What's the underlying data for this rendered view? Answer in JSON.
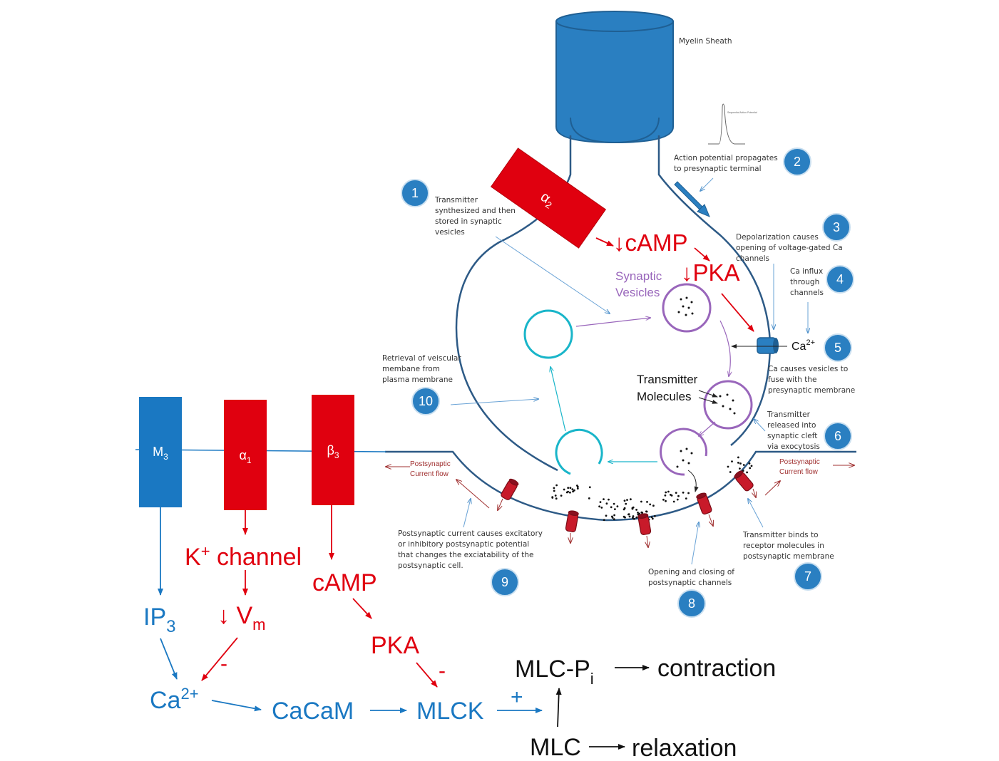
{
  "terminal": {
    "myelin_label": "Myelin Sheath",
    "ap_graph_label": "Sequential Action Potential",
    "synaptic_vesicles": [
      "Synaptic",
      "Vesicles"
    ],
    "transmitter_molecules": [
      "Transmitter",
      "Molecules"
    ],
    "ca_ion": "Ca",
    "ca_ion_sup": "2+",
    "alpha2": "α",
    "alpha2_sub": "2",
    "camp": "↓cAMP",
    "pka": "↓PKA",
    "postsynaptic_current_left": [
      "Postsynaptic",
      "Current flow"
    ],
    "postsynaptic_current_right": [
      "Postsynaptic",
      "Current flow"
    ]
  },
  "steps": [
    {
      "num": "1",
      "lines": [
        "Transmitter",
        "synthesized and then",
        "stored in synaptic",
        "vesicles"
      ]
    },
    {
      "num": "2",
      "lines": [
        "Action potential propagates",
        "to presynaptic terminal"
      ]
    },
    {
      "num": "3",
      "lines": [
        "Depolarization causes",
        "opening of voltage-gated  Ca",
        "channels"
      ]
    },
    {
      "num": "4",
      "lines": [
        "Ca influx",
        "through",
        "channels"
      ]
    },
    {
      "num": "5",
      "lines": [
        "Ca causes vesicles to",
        "fuse with the",
        "presynaptic membrane"
      ]
    },
    {
      "num": "6",
      "lines": [
        "Transmitter",
        "released into",
        "synaptic cleft",
        "via exocytosis"
      ]
    },
    {
      "num": "7",
      "lines": [
        "Transmitter binds to",
        "receptor molecules in",
        "postsynaptic membrane"
      ]
    },
    {
      "num": "8",
      "lines": [
        "Opening and closing of",
        "postsynaptic channels"
      ]
    },
    {
      "num": "9",
      "lines": [
        "Postsynaptic current causes excitatory",
        "or inhibitory postsynaptic potential",
        "that changes the exciatability of the",
        "postsynaptic cell."
      ]
    },
    {
      "num": "10",
      "lines": [
        "Retrieval of veiscular",
        "membane from",
        "plasma membrane"
      ]
    }
  ],
  "receptors": {
    "m3": {
      "label": "M",
      "sub": "3"
    },
    "a1": {
      "label": "α",
      "sub": "1"
    },
    "b3": {
      "label": "β",
      "sub": "3"
    }
  },
  "pathway": {
    "ip3": "IP",
    "ip3_sub": "3",
    "k_channel_pre": "K",
    "k_channel_sup": "+",
    "k_channel_post": " channel",
    "vm": "↓ V",
    "vm_sub": "m",
    "camp": "cAMP",
    "pka": "PKA",
    "ca": "Ca",
    "ca_sup": "2+",
    "cacam": "CaCaM",
    "mlck": "MLCK",
    "minus1": "-",
    "minus2": "-",
    "plus": "+",
    "mlc_p": "MLC-P",
    "mlc_p_sub": "i",
    "contraction": "contraction",
    "mlc": "MLC",
    "relaxation": "relaxation"
  },
  "colors": {
    "blue_fill": "#2a7fc1",
    "red_fill": "#e0000f",
    "membrane": "#2d5a86",
    "vesicle": "#9966bb",
    "cyan": "#19b5c9",
    "pathway_blue": "#1a78c2"
  }
}
